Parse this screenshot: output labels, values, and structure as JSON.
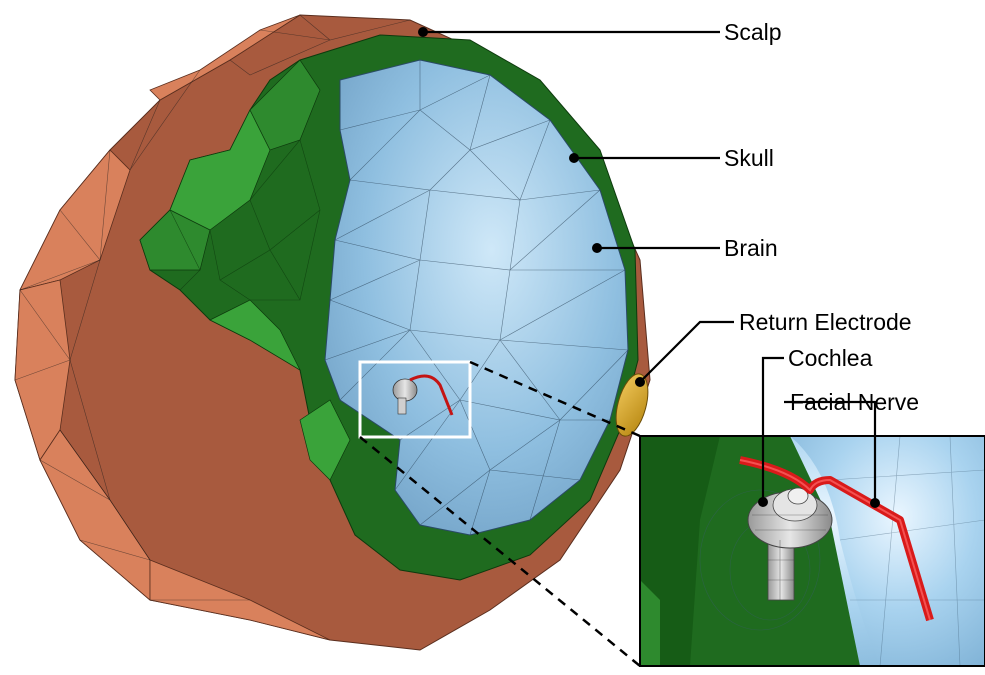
{
  "labels": {
    "scalp": "Scalp",
    "skull": "Skull",
    "brain": "Brain",
    "return_electrode": "Return Electrode",
    "cochlea": "Cochlea",
    "facial_nerve": "Facial Nerve"
  },
  "colors": {
    "scalp": "#a85a3e",
    "scalp_light": "#d9815c",
    "skull": "#1f6b1f",
    "skull_light": "#3aa33a",
    "brain": "#8fbfe0",
    "brain_light": "#bfe0f5",
    "electrode": "#d9a521",
    "nerve": "#d91a1a",
    "cochlea": "#c8c8c8"
  }
}
